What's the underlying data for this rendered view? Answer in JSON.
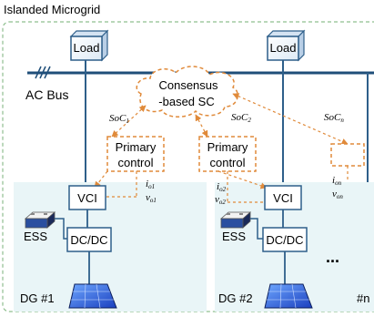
{
  "title": "Islanded Microgrid",
  "bus_label": "AC Bus",
  "load_label": "Load",
  "sc_line1": "Consensus",
  "sc_line2": "-based SC",
  "primary_line1": "Primary",
  "primary_line2": "control",
  "vci_label": "VCI",
  "ess_label": "ESS",
  "dcdc_label": "DC/DC",
  "soc": {
    "s1_base": "SoC",
    "s1_sub": "1",
    "s2_base": "SoC",
    "s2_sub": "2",
    "sn_base": "SoC",
    "sn_sub": "n"
  },
  "meas": {
    "io1_base": "i",
    "io1_sub": "o1",
    "vo1_base": "v",
    "vo1_sub": "o1",
    "io2_base": "i",
    "io2_sub": "o2",
    "vo2_base": "v",
    "vo2_sub": "o2",
    "ion_base": "i",
    "ion_sub": "on",
    "von_base": "v",
    "von_sub": "on"
  },
  "dg1_label": "DG #1",
  "dg2_label": "DG #2",
  "dgn_label": "#n",
  "ellipsis": "...",
  "colors": {
    "panel_fill": "#e9f5f7",
    "border_green": "#8fbf8f",
    "box_blue": "#2e5f8a",
    "bus_blue": "#1f4e79",
    "dash_orange": "#e08a3a"
  }
}
